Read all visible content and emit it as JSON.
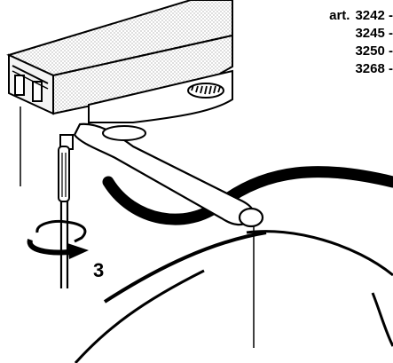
{
  "article": {
    "prefix": "art.",
    "codes": [
      "3242 -",
      "3245 -",
      "3250 -",
      "3268 -"
    ]
  },
  "step_label": "3"
}
